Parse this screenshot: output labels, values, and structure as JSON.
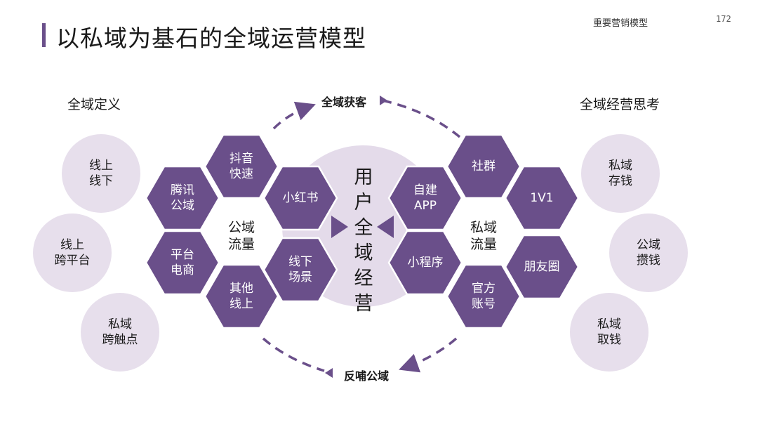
{
  "header": {
    "title": "以私域为基石的全域运营模型",
    "section_label": "重要营销模型",
    "page_number": "172"
  },
  "left": {
    "heading": "全域定义",
    "circles": [
      "线上\n线下",
      "线上\n跨平台",
      "私域\n跨触点"
    ]
  },
  "right": {
    "heading": "全域经营思考",
    "circles": [
      "私域\n存钱",
      "公域\n攒钱",
      "私域\n取钱"
    ]
  },
  "public_cluster": {
    "center": "公域\n流量",
    "hexes": [
      "抖音\n快速",
      "腾讯\n公域",
      "小红书",
      "平台\n电商",
      "线下\n场景",
      "其他\n线上"
    ]
  },
  "private_cluster": {
    "center": "私域\n流量",
    "hexes": [
      "社群",
      "自建\nAPP",
      "1V1",
      "小程序",
      "朋友圈",
      "官方\n账号"
    ]
  },
  "center": {
    "label": "用户全域经营"
  },
  "arcs": {
    "top_label": "全域获客",
    "bottom_label": "反哺公域"
  },
  "colors": {
    "hex_fill": "#6a4f8a",
    "hex_stroke": "#ffffff",
    "circle_fill": "#e7dfec",
    "center_fill": "#e4dbea",
    "accent": "#6a4f8a"
  }
}
